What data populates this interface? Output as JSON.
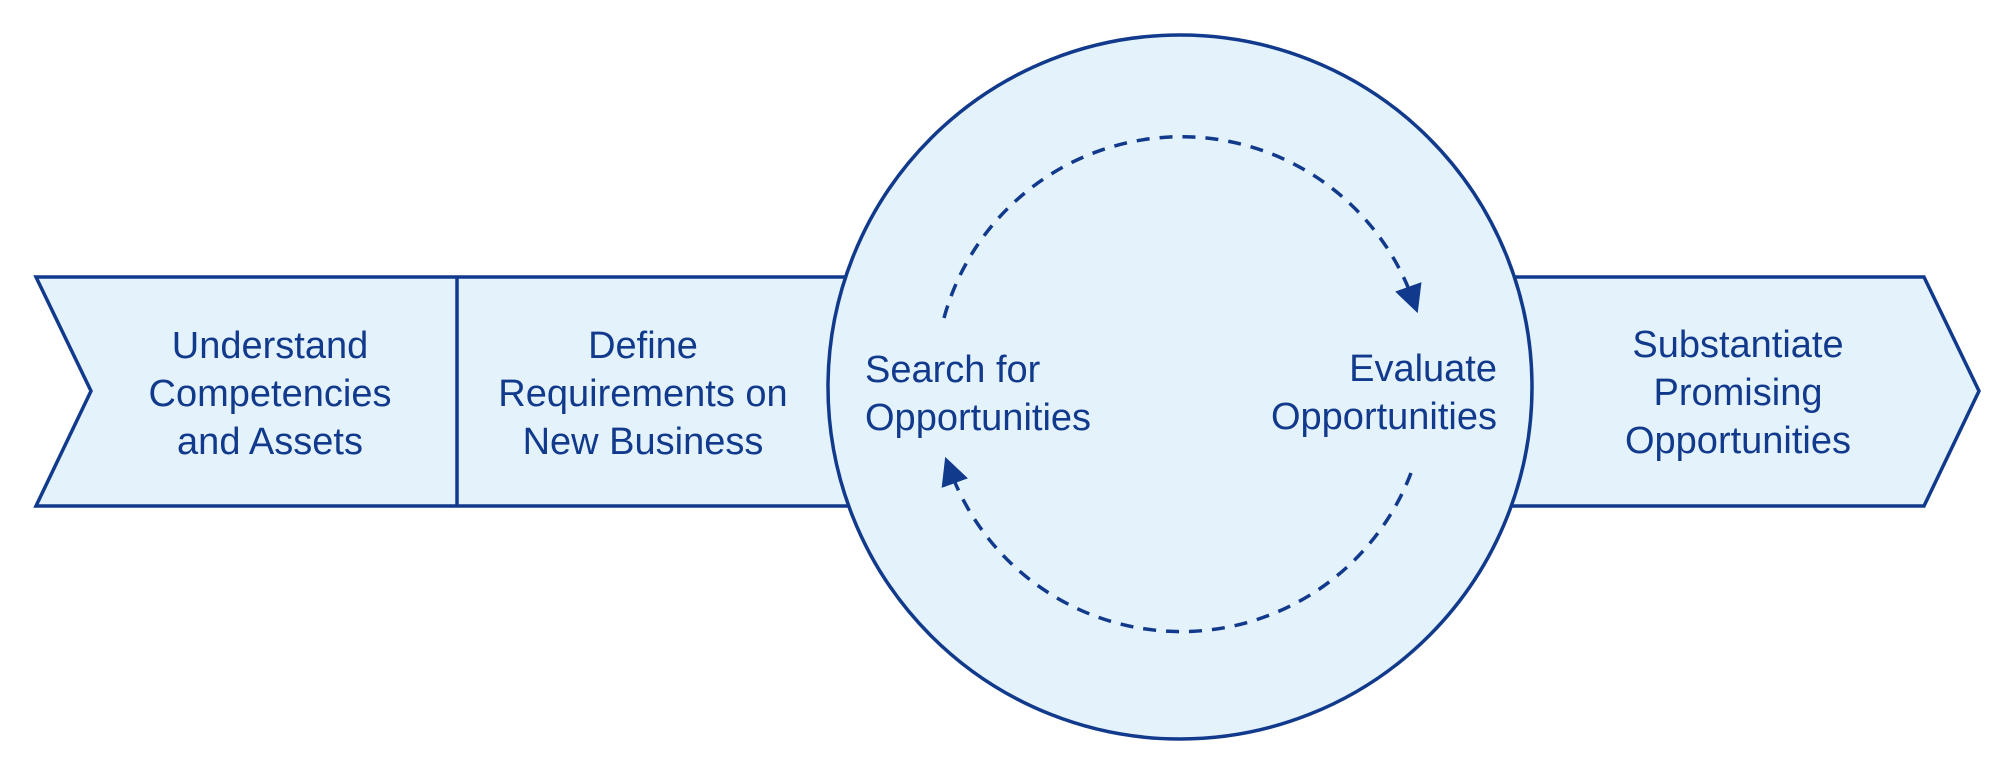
{
  "colors": {
    "stroke": "#123a8c",
    "fill": "#e4f2fb",
    "text": "#123a8c",
    "background": "#ffffff"
  },
  "steps": [
    {
      "label": "Understand\nCompetencies\nand Assets"
    },
    {
      "label": "Define\nRequirements on\nNew Business"
    },
    {
      "label": "Substantiate\nPromising\nOpportunities"
    }
  ],
  "cycle": {
    "left_label": "Search for\nOpportunities",
    "right_label": "Evaluate\nOpportunities"
  }
}
